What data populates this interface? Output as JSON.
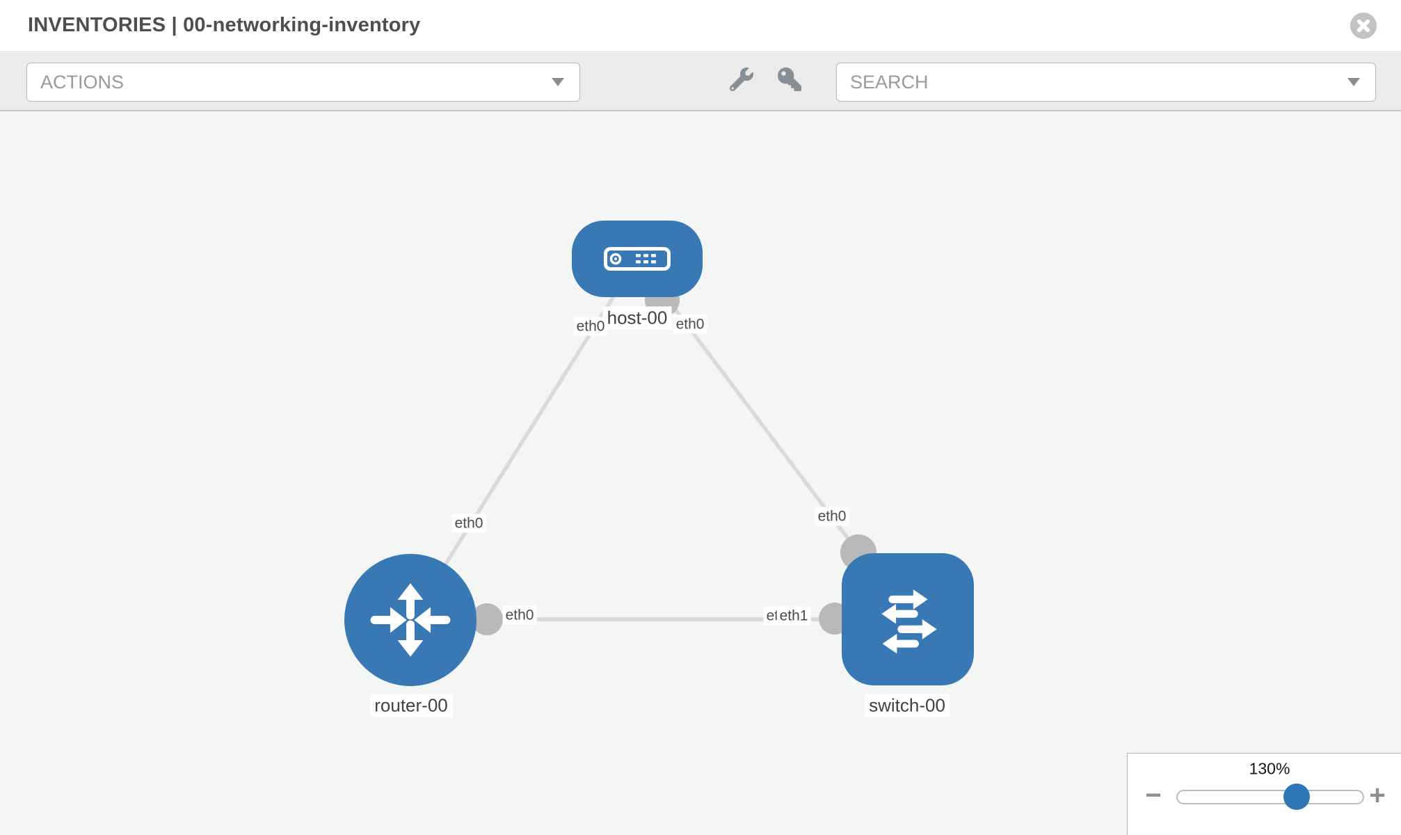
{
  "header": {
    "title": "INVENTORIES | 00-networking-inventory"
  },
  "toolbar": {
    "actions": {
      "label": "ACTIONS"
    },
    "search": {
      "label": "SEARCH"
    },
    "icons": [
      "wrench-icon",
      "key-icon"
    ]
  },
  "topology": {
    "nodes": [
      {
        "label": "host-00",
        "type": "host"
      },
      {
        "label": "router-00",
        "type": "router"
      },
      {
        "label": "switch-00",
        "type": "switch"
      }
    ],
    "iface_labels": [
      {
        "text": "eth0",
        "position": "host-left"
      },
      {
        "text": "eth0",
        "position": "host-right"
      },
      {
        "text": "eth0",
        "position": "host-router-link-near-router"
      },
      {
        "text": "eth0",
        "position": "host-switch-link-near-switch"
      },
      {
        "text": "eth0",
        "position": "router-switch-link-near-router"
      },
      {
        "text": "eth0",
        "position": "router-switch-link-near-switch-back"
      },
      {
        "text": "eth1",
        "position": "router-switch-link-near-switch-front"
      }
    ],
    "links": [
      {
        "from": "host-00",
        "to": "router-00"
      },
      {
        "from": "host-00",
        "to": "switch-00"
      },
      {
        "from": "router-00",
        "to": "switch-00"
      }
    ]
  },
  "zoom_control": {
    "level": "130%",
    "minus_label": "−",
    "plus_label": "+"
  },
  "colors": {
    "node_blue": "#3878b5",
    "link_gray": "#dadada",
    "endpoint_gray": "#b9b9b9",
    "handle_blue": "#2e76b6",
    "canvas_bg": "#f4f5f5",
    "toolbar_bg": "#ebebeb"
  }
}
